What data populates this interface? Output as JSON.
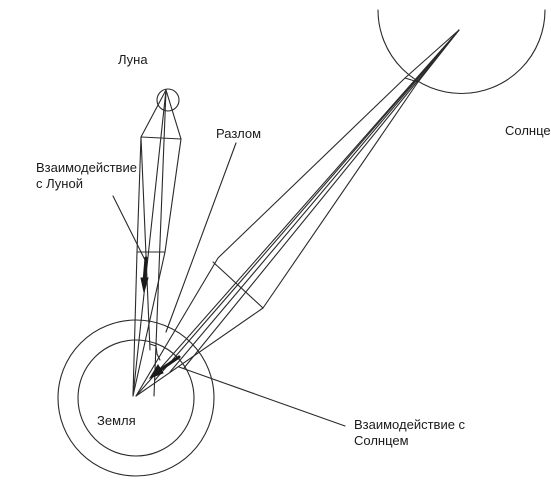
{
  "diagram": {
    "labels": {
      "moon": "Луна",
      "sun": "Солнце",
      "fault": "Разлом",
      "moon_interaction_line1": "Взаимодействие",
      "moon_interaction_line2": "с Луной",
      "earth": "Земля",
      "sun_interaction_line1": "Взаимодействие с",
      "sun_interaction_line2": "Солнцем"
    },
    "colors": {
      "line": "#2a2a2a",
      "background": "#ffffff"
    }
  }
}
